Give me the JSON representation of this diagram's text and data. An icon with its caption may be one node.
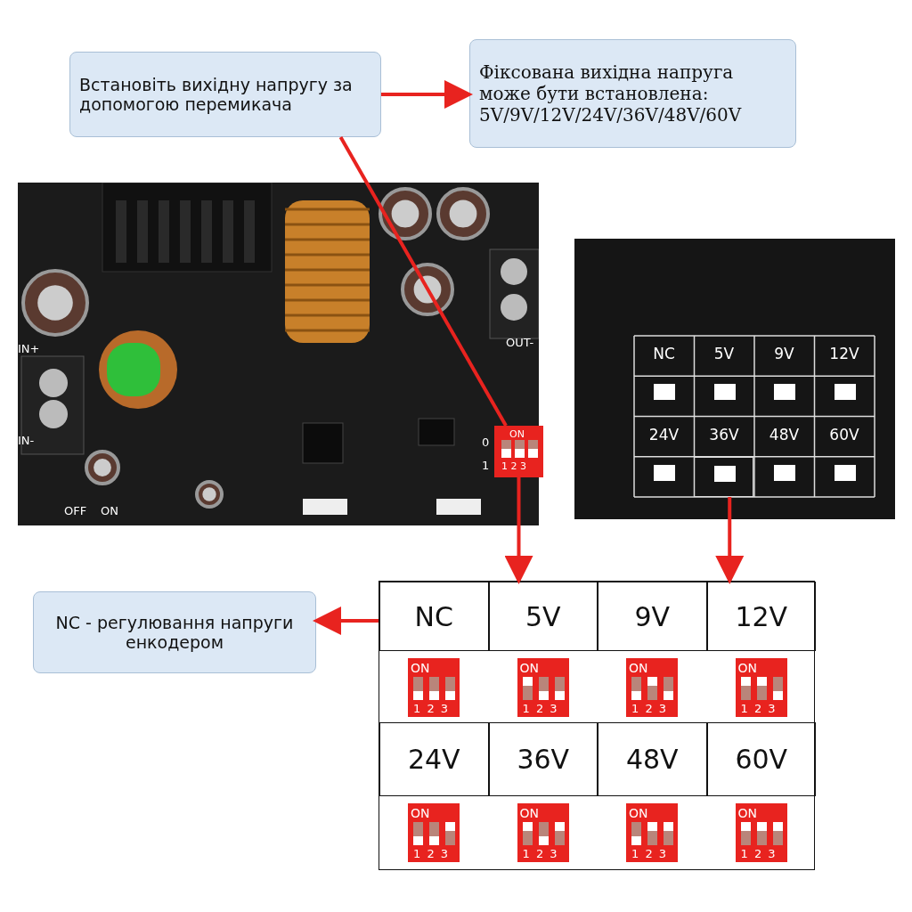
{
  "diagram": {
    "nodes": [
      {
        "text": [
          "Встановіть вихідну напругу за допомогою перемикача"
        ]
      },
      {
        "text": [
          "Фіксована вихідна напруга може бути встановлена: 5V/9V/12V/24V/36V/48V/60V"
        ]
      },
      {
        "text": [],
        "shape": "picture"
      },
      {
        "text": [
          "ON",
          "1 2 3"
        ],
        "in": 2,
        "beside": [
          "0",
          "1"
        ]
      },
      {
        "text": [],
        "shape": "picture"
      },
      {
        "text": [],
        "shape": "picture",
        "in": 4
      },
      {
        "text": [
          "NC - регулювання напруги енкодером"
        ]
      },
      {
        "text": [],
        "shape": "box"
      },
      {
        "text": [
          "NC"
        ],
        "in": 7
      },
      {
        "text": [
          "5V"
        ],
        "in": 7
      },
      {
        "text": [
          "9V"
        ],
        "in": 7
      },
      {
        "text": [
          "12V"
        ],
        "in": 7
      },
      {
        "text": [
          "24V"
        ],
        "in": 7
      },
      {
        "text": [
          "36V"
        ],
        "in": 7
      },
      {
        "text": [
          "48V"
        ],
        "in": 7
      },
      {
        "text": [
          "60V"
        ],
        "in": 7
      },
      {
        "text": [
          "ON",
          "1 2 3"
        ],
        "in": 7
      },
      {
        "text": [
          "ON",
          "1 2 3"
        ],
        "in": 7
      },
      {
        "text": [
          "ON",
          "1 2 3"
        ],
        "in": 7
      },
      {
        "text": [
          "ON",
          "1 2 3"
        ],
        "in": 7
      },
      {
        "text": [
          "ON",
          "1 2 3"
        ],
        "in": 7
      },
      {
        "text": [
          "ON",
          "1 2 3"
        ],
        "in": 7
      },
      {
        "text": [
          "ON",
          "1 2 3"
        ],
        "in": 7
      },
      {
        "text": [
          "ON",
          "1 2 3"
        ],
        "in": 7
      }
    ],
    "edges": [
      {
        "from": 0,
        "to": 1,
        "arrow": "to"
      },
      {
        "from": 0,
        "to": 3,
        "arrow": "none"
      },
      {
        "from": 3,
        "to": 9,
        "arrow": "to"
      },
      {
        "from": 5,
        "to": 11,
        "arrow": "to"
      },
      {
        "from": 8,
        "to": 6,
        "arrow": "to"
      }
    ],
    "labels": [
      "IN+",
      "IN-",
      "OUT-",
      "OFF",
      "ON",
      "NC",
      "5V",
      "9V",
      "12V",
      "24V",
      "36V",
      "48V",
      "60V"
    ]
  }
}
